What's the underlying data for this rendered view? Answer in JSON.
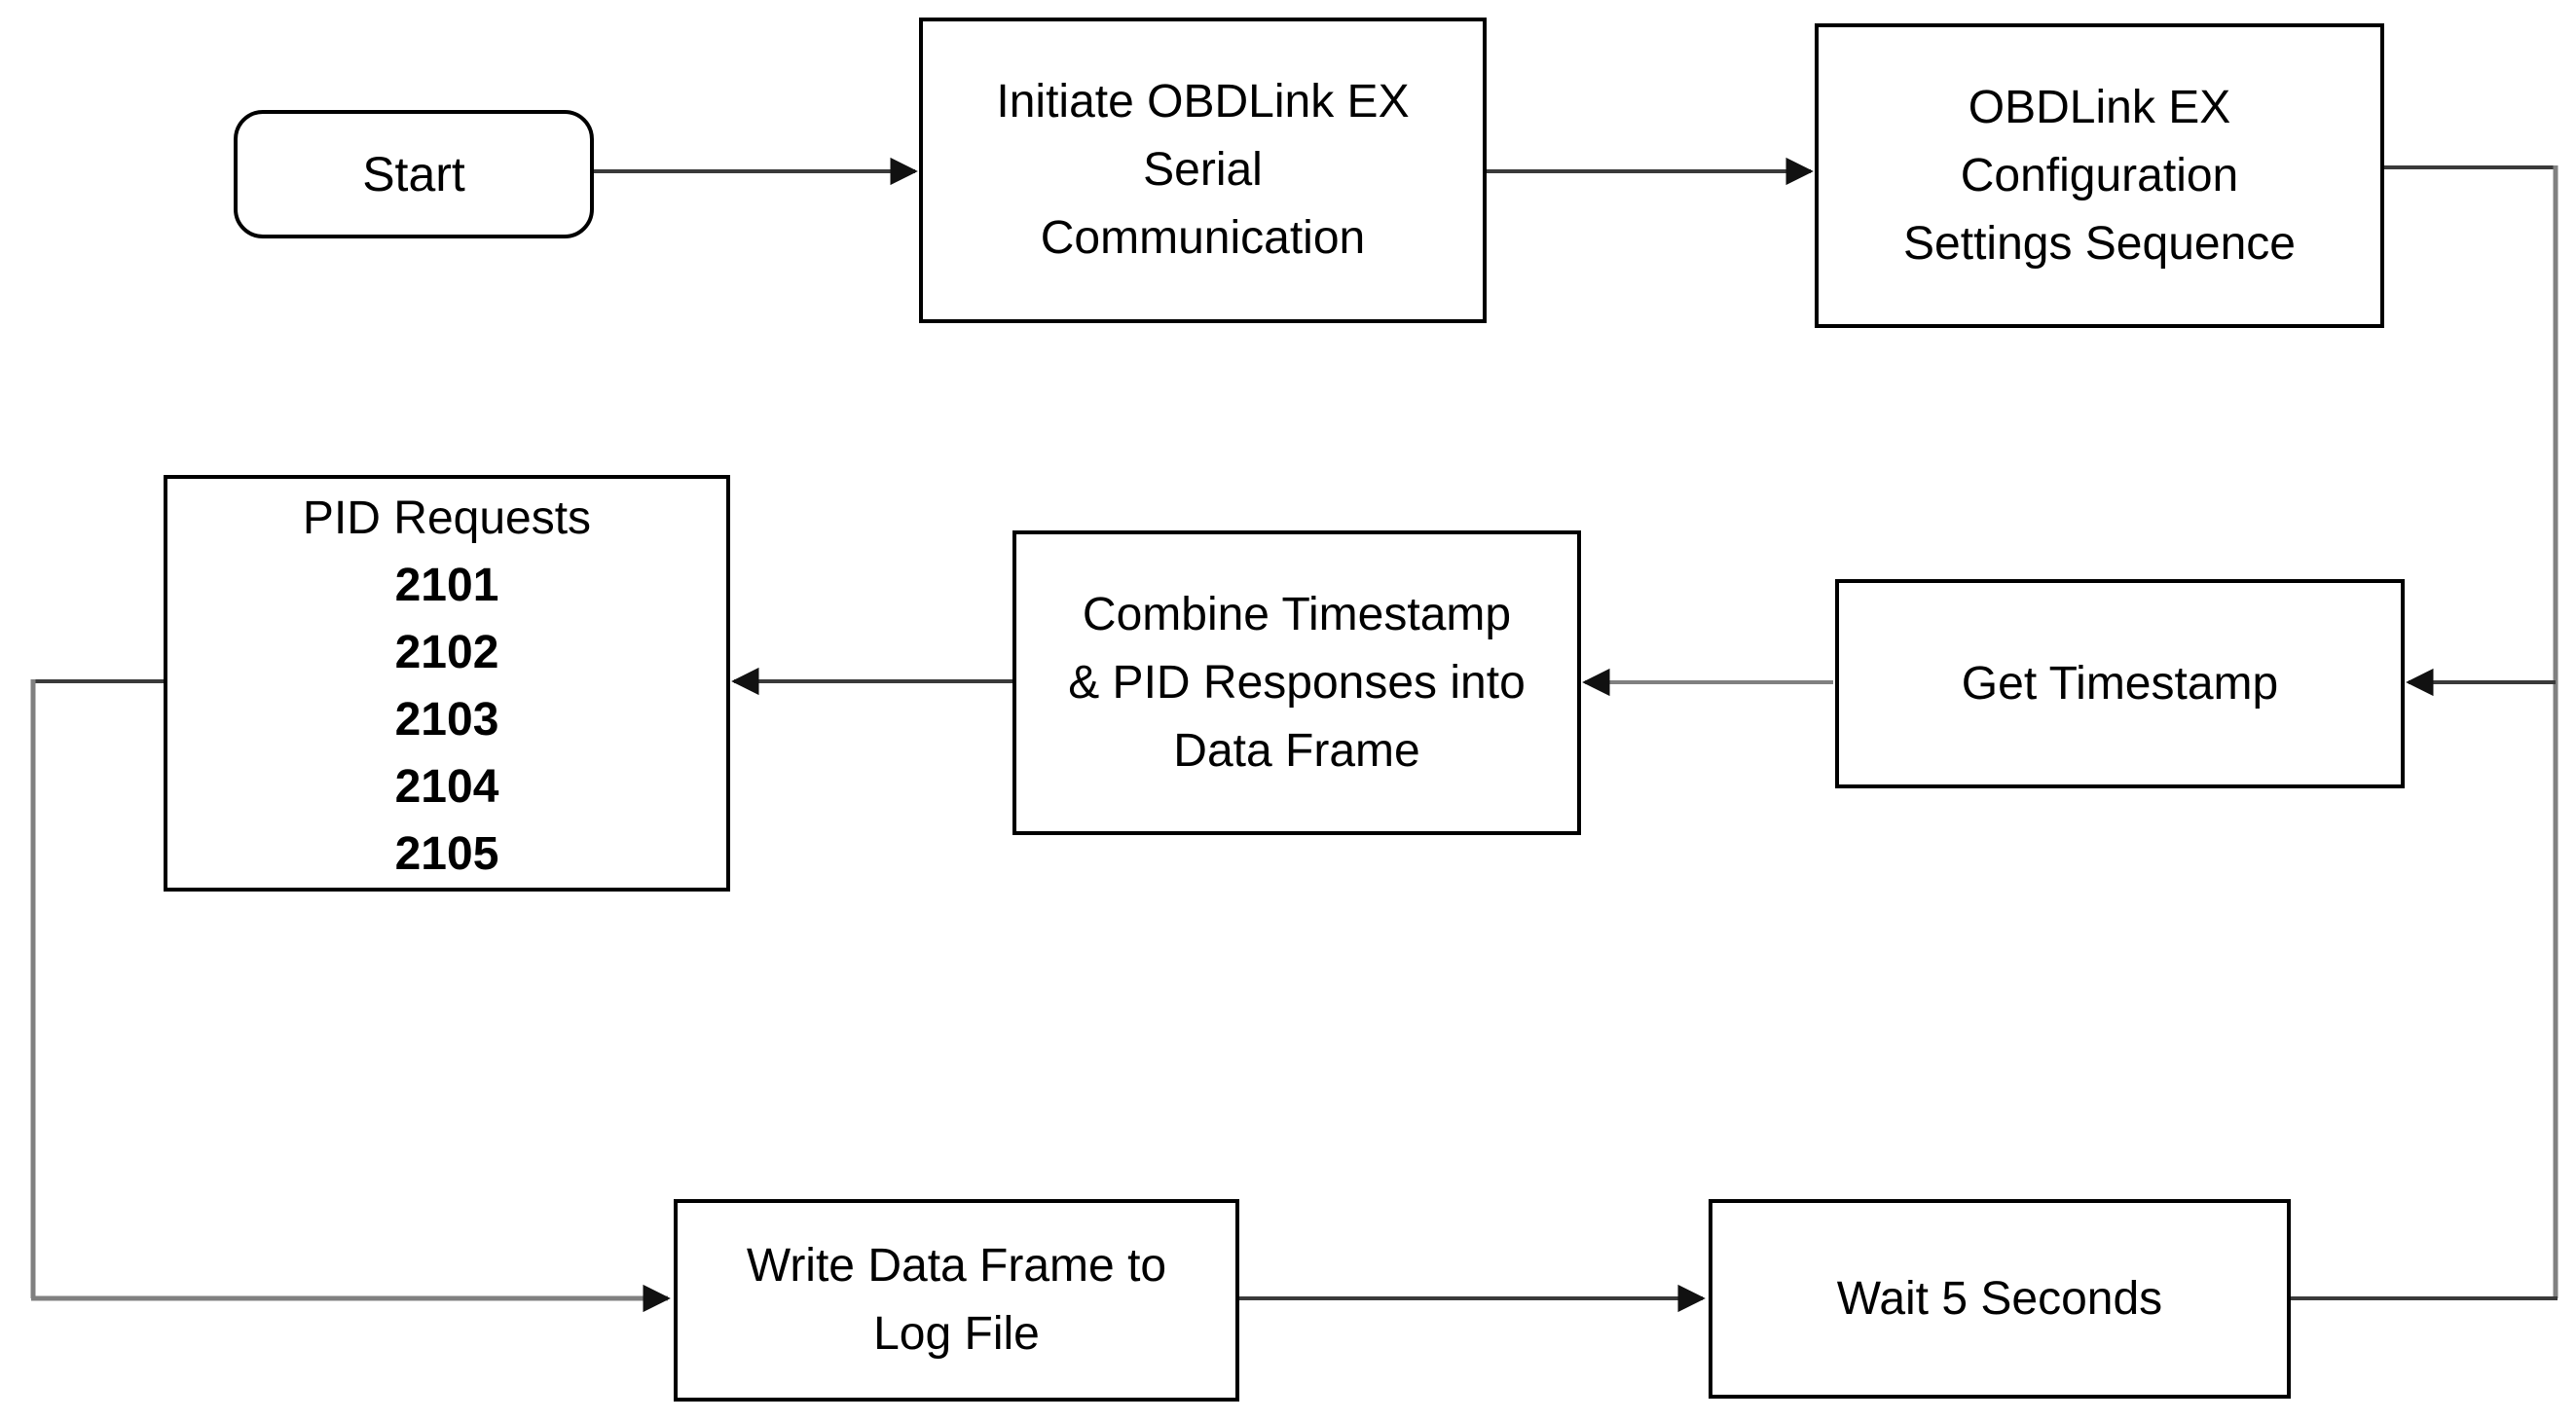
{
  "diagram": {
    "type": "flowchart",
    "background": "#ffffff"
  },
  "palette": {
    "box_border": "#000000",
    "box_fill": "#ffffff",
    "text": "#000000",
    "connector_dark": "#3a3a3a",
    "connector_gray": "#808080",
    "arrowhead": "#111111"
  },
  "nodes": {
    "start": {
      "label": "Start",
      "shape": "rounded"
    },
    "initiate": {
      "label": "Initiate OBDLink EX\nSerial\nCommunication",
      "shape": "rect"
    },
    "config": {
      "label": "OBDLink EX\nConfiguration\nSettings Sequence",
      "shape": "rect"
    },
    "pid": {
      "title": "PID Requests",
      "items": [
        "2101",
        "2102",
        "2103",
        "2104",
        "2105"
      ],
      "shape": "rect"
    },
    "combine": {
      "label": "Combine Timestamp\n& PID Responses into\nData Frame",
      "shape": "rect"
    },
    "get_timestamp": {
      "label": "Get Timestamp",
      "shape": "rect"
    },
    "write": {
      "label": "Write Data Frame to\nLog File",
      "shape": "rect"
    },
    "wait": {
      "label": "Wait 5 Seconds",
      "shape": "rect"
    }
  },
  "edges": [
    {
      "from": "start",
      "to": "initiate"
    },
    {
      "from": "initiate",
      "to": "config"
    },
    {
      "from": "config",
      "to": "get_timestamp"
    },
    {
      "from": "wait",
      "to": "get_timestamp"
    },
    {
      "from": "get_timestamp",
      "to": "combine"
    },
    {
      "from": "combine",
      "to": "pid"
    },
    {
      "from": "pid",
      "to": "write"
    },
    {
      "from": "write",
      "to": "wait"
    }
  ]
}
